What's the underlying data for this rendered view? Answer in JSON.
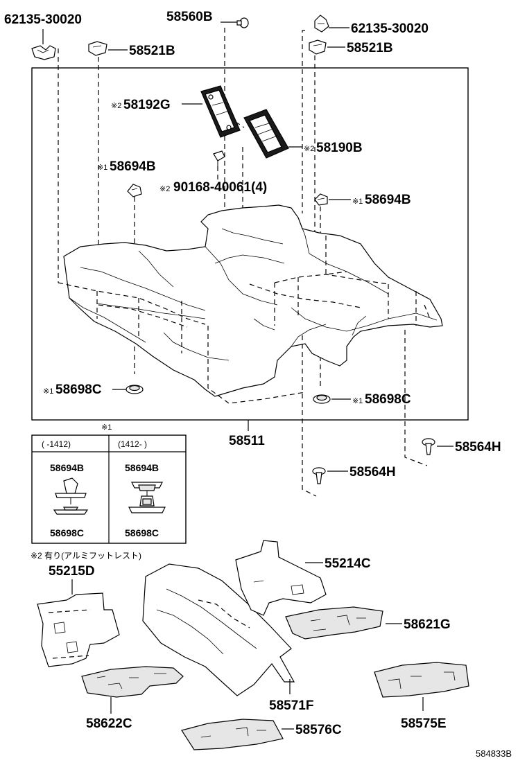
{
  "diagram_code": "584833B",
  "callouts": {
    "clip_left": "62135-30020",
    "clip_right": "62135-30020",
    "pad_top": "58560B",
    "clip_cover_left": "58521B",
    "clip_cover_right": "58521B",
    "heel_pad_dark": "58192G",
    "heel_pad_plate": "58190B",
    "screw": "90168-40061(4)",
    "hook_left": "58694B",
    "hook_right": "58694B",
    "grommet_left": "58698C",
    "grommet_right": "58698C",
    "carpet_main": "58511",
    "fastener_right": "58564H",
    "fastener_lower": "58564H",
    "silencer_rear_left": "55215D",
    "silencer_rear_right": "55214C",
    "floor_mat_front_right": "58621G",
    "floor_mat_front_left": "58622C",
    "tunnel_silencer": "58571F",
    "mat_rear_center": "58576C",
    "mat_rear": "58575E"
  },
  "markers": {
    "note1": "※1",
    "note2": "※2"
  },
  "legend_table": {
    "title": "※1",
    "col1_header": "(     -1412)",
    "col2_header": "(1412-      )",
    "col1_top": "58694B",
    "col1_bottom": "58698C",
    "col2_top": "58694B",
    "col2_bottom": "58698C"
  },
  "footnote": "※2 有り(アルミフットレスト)"
}
